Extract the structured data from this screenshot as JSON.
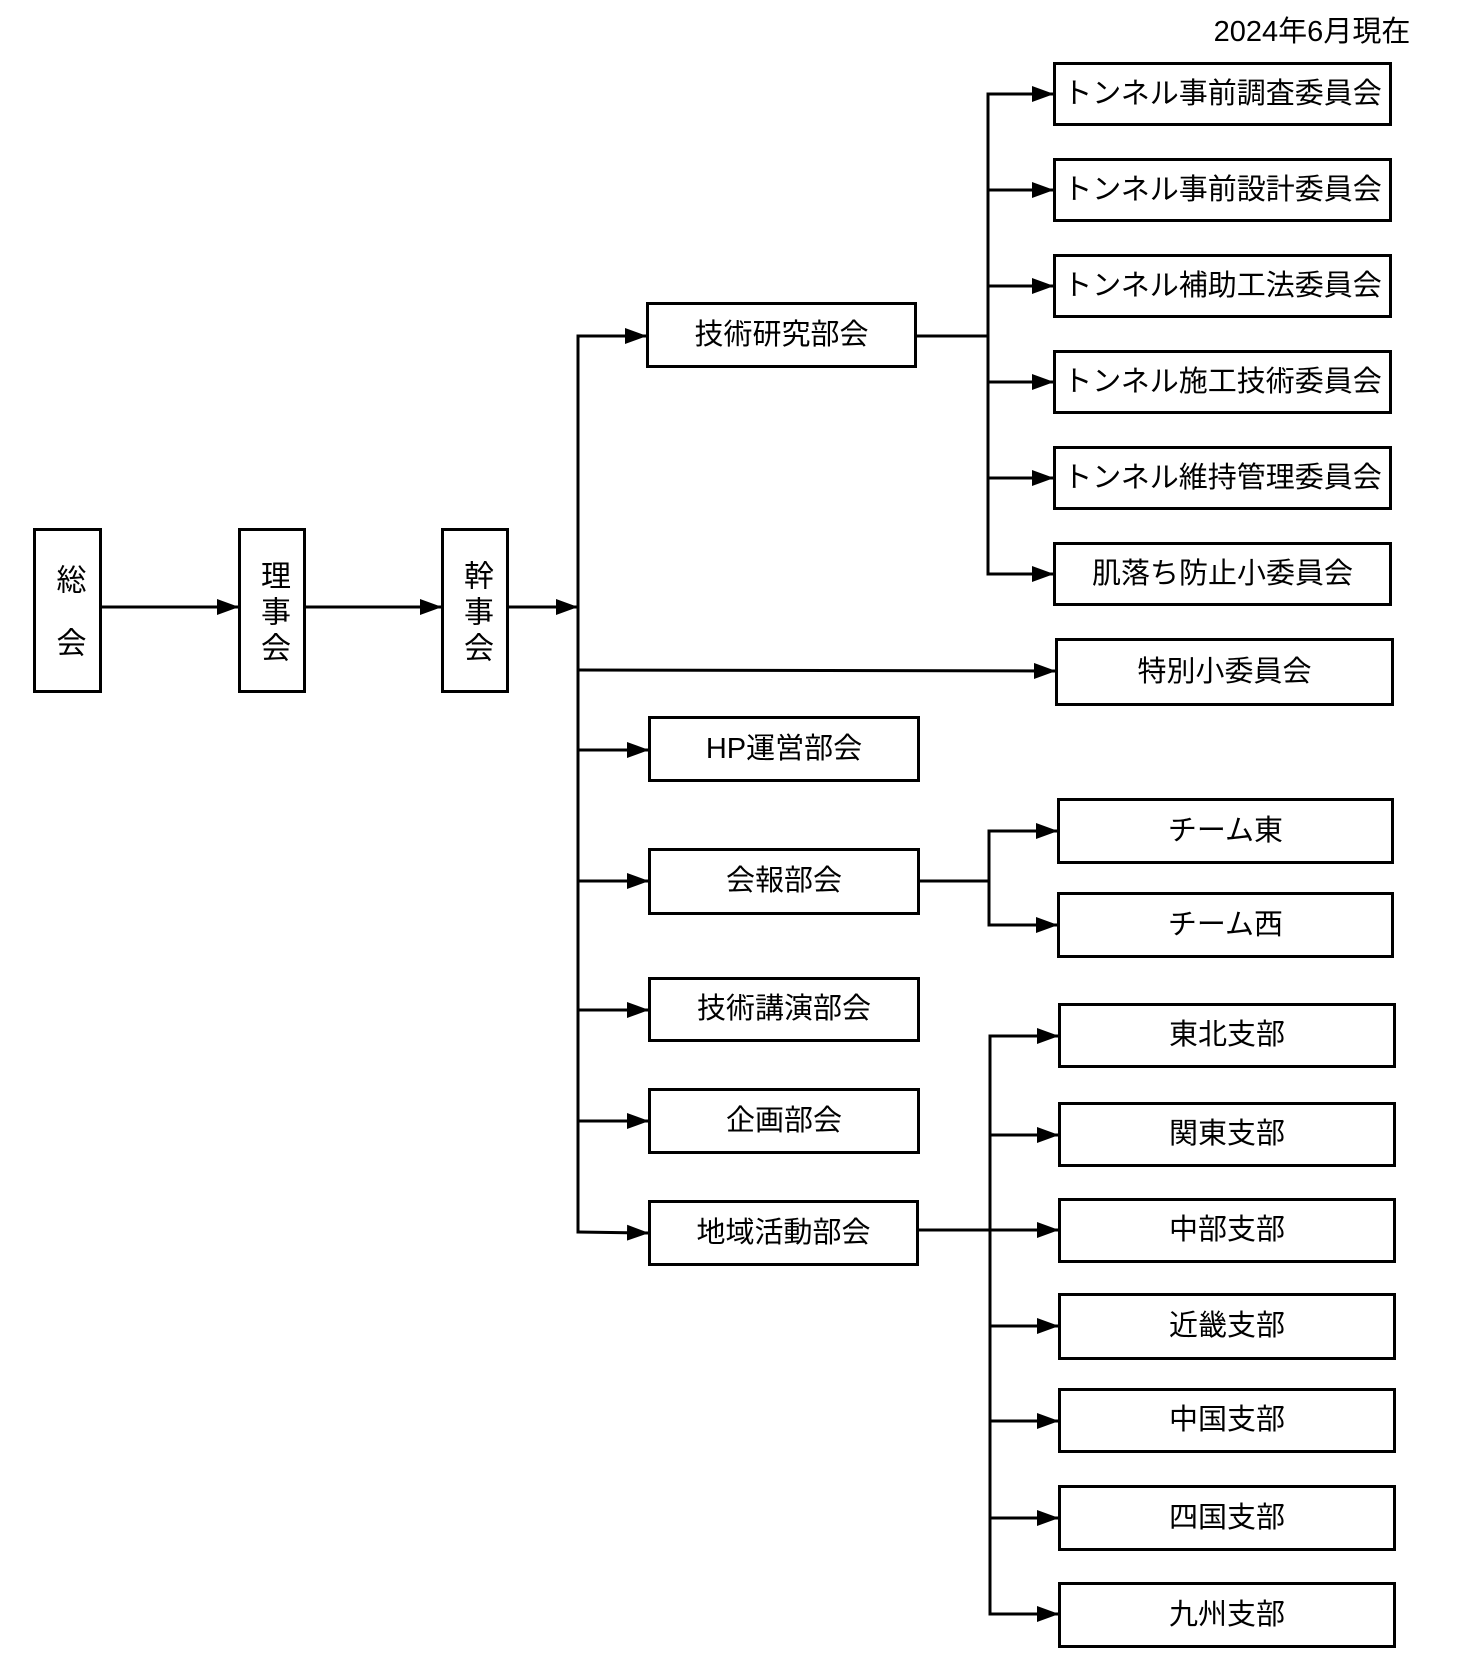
{
  "page": {
    "as_of": "2024年6月現在",
    "background_color": "#ffffff",
    "line_color": "#000000",
    "text_color": "#000000"
  },
  "org": {
    "general_assembly": {
      "label": "総会"
    },
    "board_of_directors": {
      "label": "理事会"
    },
    "secretariat": {
      "label": "幹事会"
    },
    "departments": {
      "tech_research": {
        "label": "技術研究部会"
      },
      "hp_management": {
        "label": "HP運営部会"
      },
      "newsletter": {
        "label": "会報部会"
      },
      "tech_lecture": {
        "label": "技術講演部会"
      },
      "planning": {
        "label": "企画部会"
      },
      "regional_activity": {
        "label": "地域活動部会"
      }
    },
    "committees": [
      {
        "label": "トンネル事前調査委員会"
      },
      {
        "label": "トンネル事前設計委員会"
      },
      {
        "label": "トンネル補助工法委員会"
      },
      {
        "label": "トンネル施工技術委員会"
      },
      {
        "label": "トンネル維持管理委員会"
      },
      {
        "label": "肌落ち防止小委員会"
      }
    ],
    "special_committee": {
      "label": "特別小委員会"
    },
    "teams": [
      {
        "label": "チーム東"
      },
      {
        "label": "チーム西"
      }
    ],
    "regional_branches": [
      {
        "label": "東北支部"
      },
      {
        "label": "関東支部"
      },
      {
        "label": "中部支部"
      },
      {
        "label": "近畿支部"
      },
      {
        "label": "中国支部"
      },
      {
        "label": "四国支部"
      },
      {
        "label": "九州支部"
      }
    ],
    "edges": [
      {
        "from": "general_assembly",
        "to": "board_of_directors"
      },
      {
        "from": "board_of_directors",
        "to": "secretariat"
      },
      {
        "from": "secretariat",
        "to": "tech_research"
      },
      {
        "from": "secretariat",
        "to": "special_committee"
      },
      {
        "from": "secretariat",
        "to": "hp_management"
      },
      {
        "from": "secretariat",
        "to": "newsletter"
      },
      {
        "from": "secretariat",
        "to": "tech_lecture"
      },
      {
        "from": "secretariat",
        "to": "planning"
      },
      {
        "from": "secretariat",
        "to": "regional_activity"
      },
      {
        "from": "tech_research",
        "to": "トンネル事前調査委員会"
      },
      {
        "from": "tech_research",
        "to": "トンネル事前設計委員会"
      },
      {
        "from": "tech_research",
        "to": "トンネル補助工法委員会"
      },
      {
        "from": "tech_research",
        "to": "トンネル施工技術委員会"
      },
      {
        "from": "tech_research",
        "to": "トンネル維持管理委員会"
      },
      {
        "from": "tech_research",
        "to": "肌落ち防止小委員会"
      },
      {
        "from": "newsletter",
        "to": "チーム東"
      },
      {
        "from": "newsletter",
        "to": "チーム西"
      },
      {
        "from": "regional_activity",
        "to": "東北支部"
      },
      {
        "from": "regional_activity",
        "to": "関東支部"
      },
      {
        "from": "regional_activity",
        "to": "中部支部"
      },
      {
        "from": "regional_activity",
        "to": "近畿支部"
      },
      {
        "from": "regional_activity",
        "to": "中国支部"
      },
      {
        "from": "regional_activity",
        "to": "四国支部"
      },
      {
        "from": "regional_activity",
        "to": "九州支部"
      }
    ]
  }
}
